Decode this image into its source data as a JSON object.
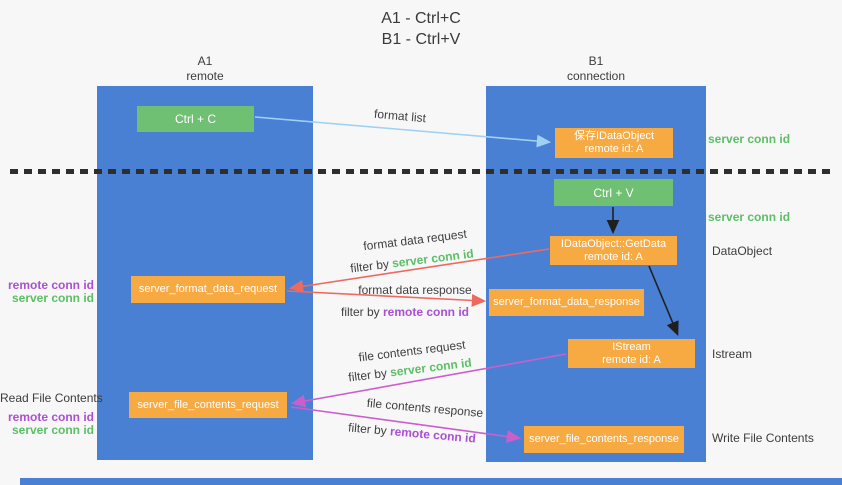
{
  "title": {
    "line1": "A1 - Ctrl+C",
    "line2": "B1 - Ctrl+V"
  },
  "columns": {
    "a": {
      "id": "A1",
      "role": "remote"
    },
    "b": {
      "id": "B1",
      "role": "connection"
    }
  },
  "nodes": {
    "ctrl_c": {
      "label": "Ctrl + C"
    },
    "ctrl_v": {
      "label": "Ctrl + V"
    },
    "save_dataobject": {
      "line1": "保存IDataObject",
      "line2": "remote id: A"
    },
    "getdata": {
      "line1": "IDataObject::GetData",
      "line2": "remote id: A"
    },
    "istream": {
      "line1": "IStream",
      "line2": "remote id: A"
    },
    "server_format_data_request": {
      "label": "server_format_data_request"
    },
    "server_format_data_response": {
      "label": "server_format_data_response"
    },
    "server_file_contents_request": {
      "label": "server_file_contents_request"
    },
    "server_file_contents_response": {
      "label": "server_file_contents_response"
    }
  },
  "arrow_labels": {
    "format_list": "format list",
    "format_data_request": "format data request",
    "filter_server_conn_1": {
      "prefix": "filter by ",
      "value": "server conn id"
    },
    "format_data_response": "format data response",
    "filter_remote_conn_1": {
      "prefix": "filter by ",
      "value": "remote conn id"
    },
    "file_contents_request": "file contents request",
    "filter_server_conn_2": {
      "prefix": "filter by ",
      "value": "server conn id"
    },
    "file_contents_response": "file contents response",
    "filter_remote_conn_2": {
      "prefix": "filter by ",
      "value": "remote conn id"
    }
  },
  "side_labels": {
    "server_conn_id_top": "server conn id",
    "server_conn_id_mid": "server conn id",
    "dataobject": "DataObject",
    "istream": "Istream",
    "write_file_contents": "Write File Contents",
    "read_file_contents": "Read File Contents",
    "left_remote_conn_1": "remote conn id",
    "left_server_conn_1": "server conn id",
    "left_remote_conn_2": "remote conn id",
    "left_server_conn_2": "server conn id"
  },
  "colors": {
    "background": "#f7f7f8",
    "column_blue": "#4a80d4",
    "box_green": "#6fc072",
    "box_orange": "#f7a942",
    "arrow_lightblue": "#9fd2f2",
    "arrow_red": "#ee6a5f",
    "arrow_magenta": "#cb5ecb",
    "arrow_black": "#1f1f1f",
    "text_green": "#5cbf66",
    "text_purple": "#ab4fd3",
    "text_dark": "#3c3c3c"
  }
}
